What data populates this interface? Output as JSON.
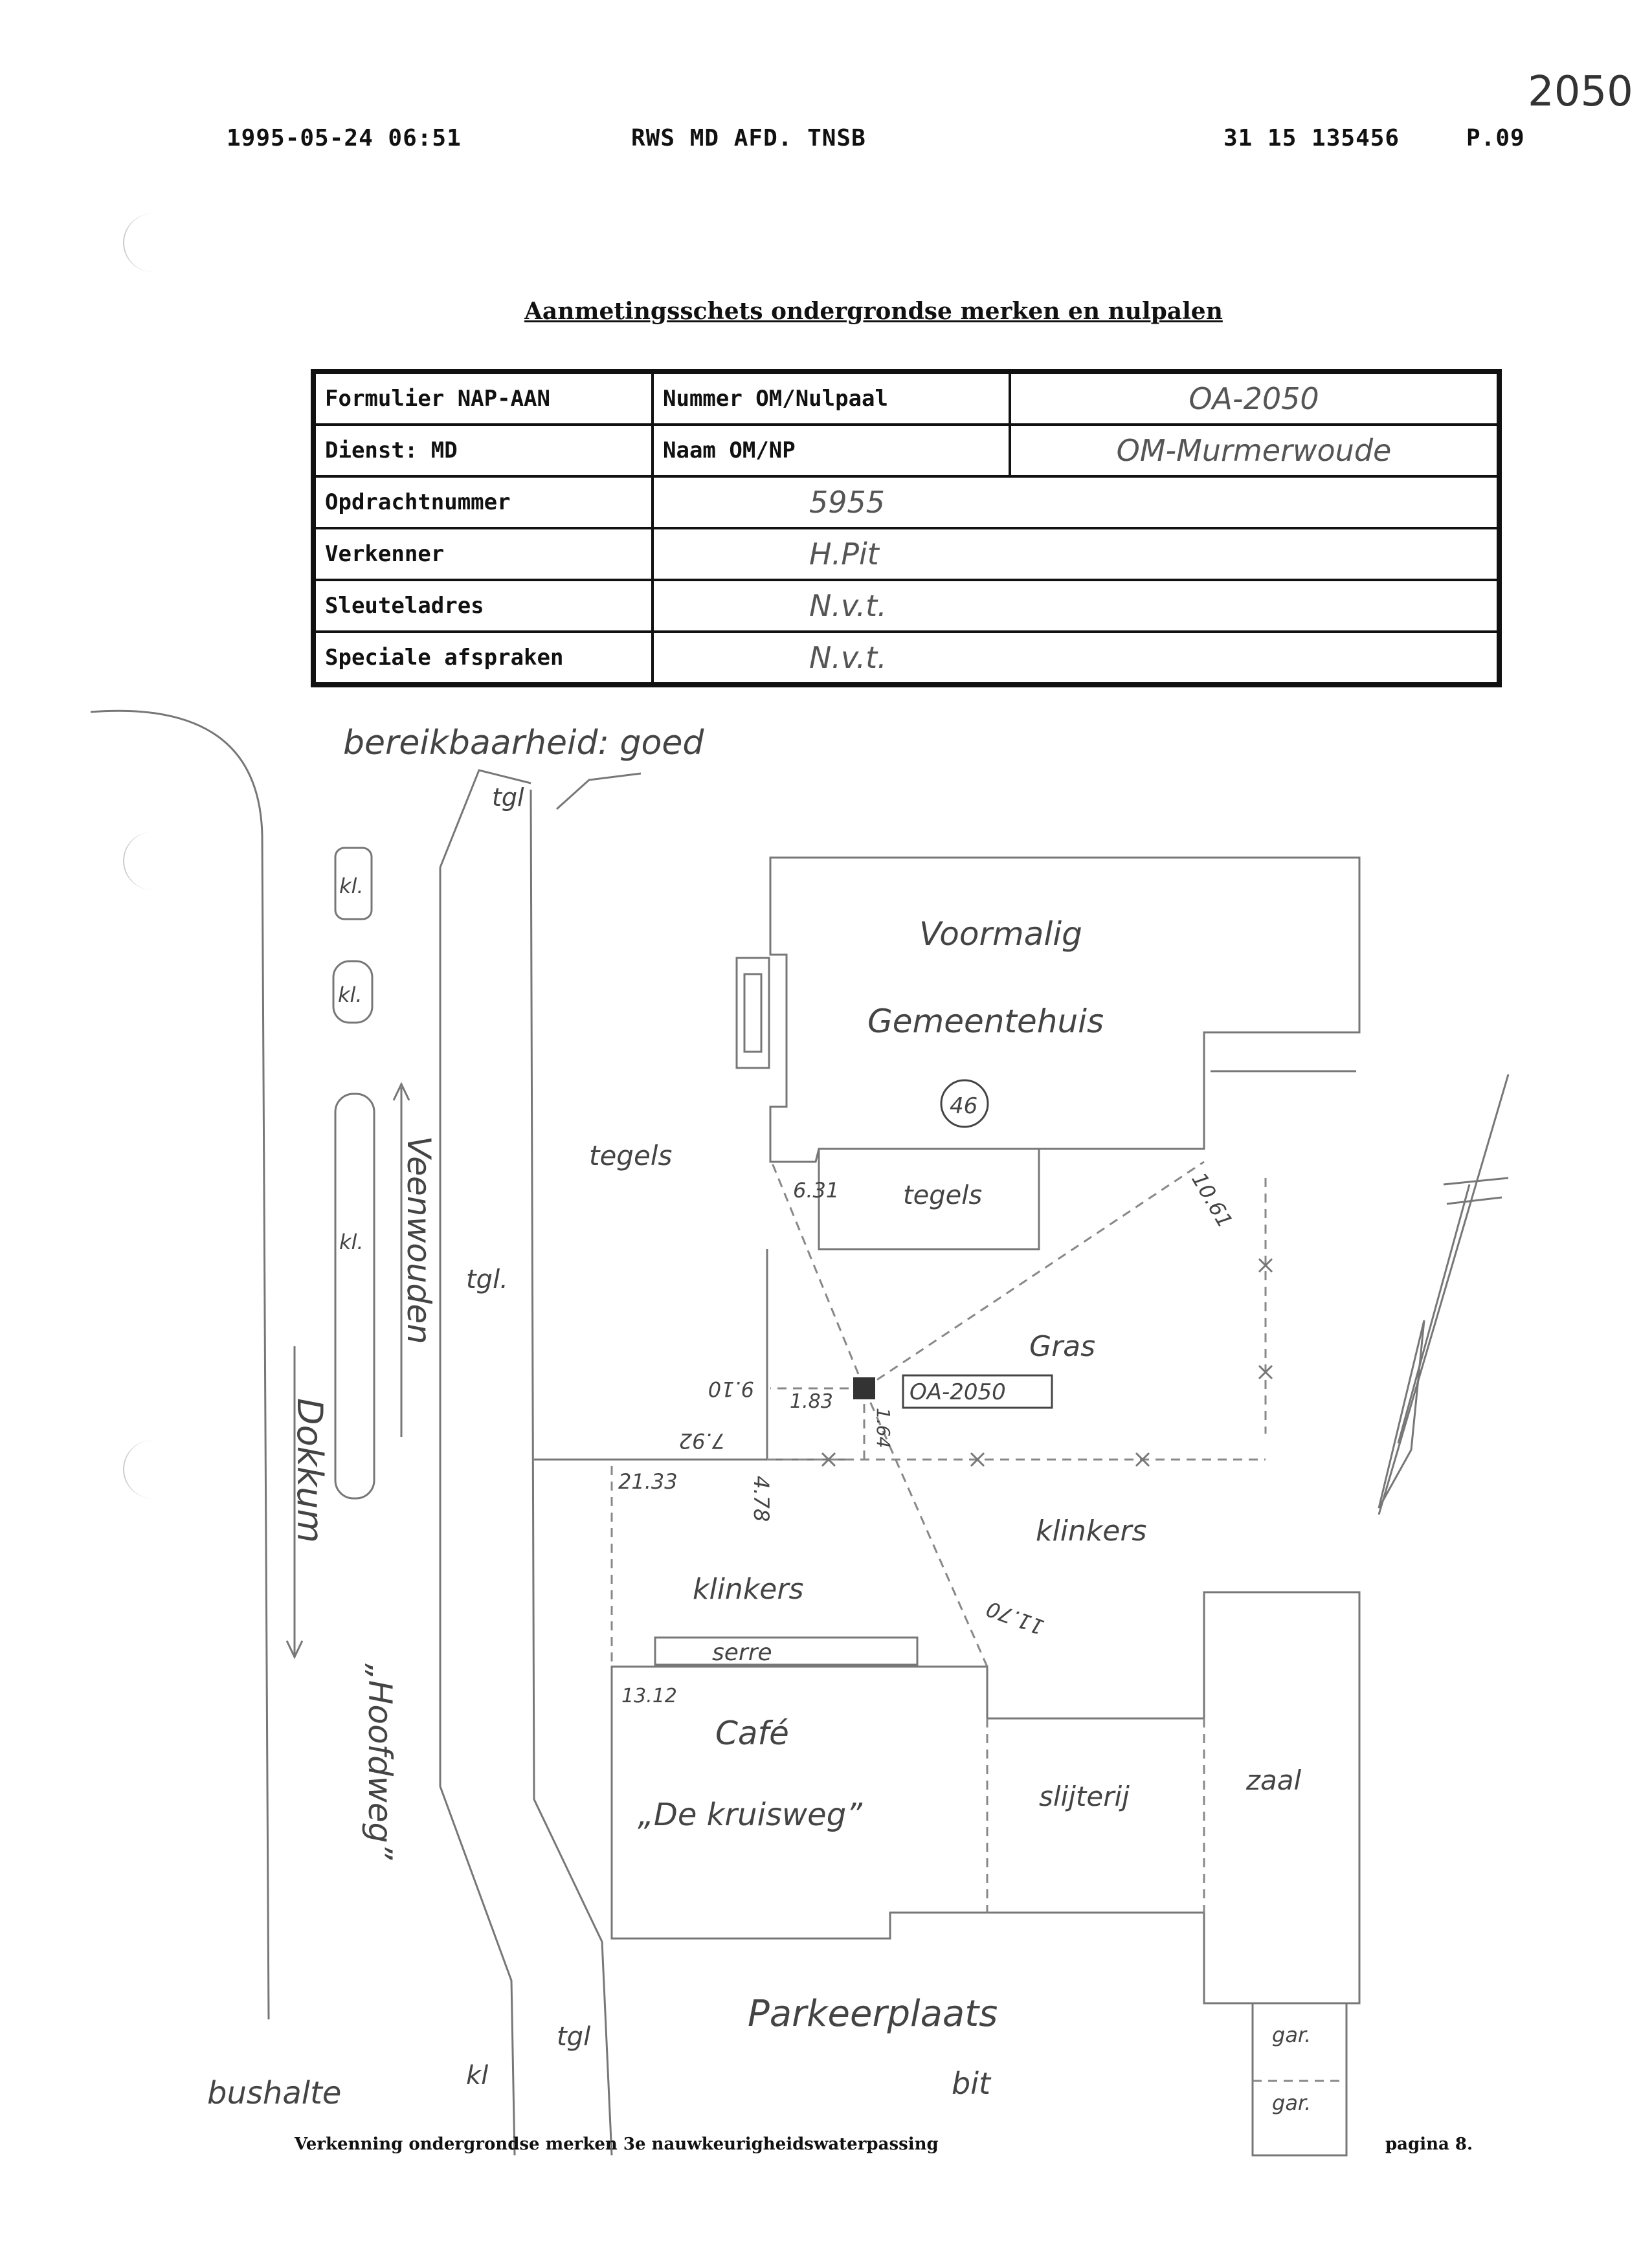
{
  "corner_number": "2050",
  "fax_header": {
    "datetime": "1995-05-24  06:51",
    "sender": "RWS MD AFD. TNSB",
    "phone": "31 15 135456",
    "page": "P.09"
  },
  "title": "Aanmetingsschets ondergrondse merken en nulpalen",
  "form": {
    "rows": [
      {
        "label": "Formulier NAP-AAN",
        "label2": "Nummer OM/Nulpaal",
        "value": "OA-2050"
      },
      {
        "label": "Dienst: MD",
        "label2": "Naam OM/NP",
        "value": "OM-Murmerwoude"
      },
      {
        "label": "Opdrachtnummer",
        "value": "5955"
      },
      {
        "label": "Verkenner",
        "value": "H.Pit"
      },
      {
        "label": "Sleuteladres",
        "value": "N.v.t."
      },
      {
        "label": "Speciale afspraken",
        "value": "N.v.t."
      }
    ]
  },
  "sketch": {
    "bereikbaarheid": "bereikbaarheid: goed",
    "labels": {
      "tgl_top": "tgl",
      "tgl_mid": "tgl.",
      "tgl_bottom": "tgl",
      "kl_1": "kl.",
      "kl_2": "kl.",
      "kl_3": "kl.",
      "kl_bottom": "kl",
      "veenwouden": "Veenwouden",
      "dokkum": "Dokkum",
      "hoofdweg": "„Hoofdweg”",
      "voormalig": "Voormalig",
      "gemeentehuis": "Gemeentehuis",
      "house_number": "46",
      "tegels_left": "tegels",
      "tegels_right": "tegels",
      "gras": "Gras",
      "mark_id": "OA-2050",
      "klinkers_right": "klinkers",
      "klinkers_left": "klinkers",
      "serre": "serre",
      "cafe": "Café",
      "cafe_name": "„De kruisweg”",
      "slijterij": "slijterij",
      "zaal": "zaal",
      "gar_1": "gar.",
      "gar_2": "gar.",
      "parkeerplaats": "Parkeerplaats",
      "bit": "bit",
      "bushalte": "bushalte"
    },
    "measurements": {
      "m_631": "6.31",
      "m_1061": "10.61",
      "m_910": "9.10",
      "m_183": "1.83",
      "m_164": "1.64",
      "m_792": "7.92",
      "m_2133": "21.33",
      "m_478": "4.78",
      "m_1170": "11.70",
      "m_1312": "13.12"
    }
  },
  "footer": {
    "left": "Verkenning ondergrondse merken 3e nauwkeurigheidswaterpassing",
    "right": "pagina 8."
  }
}
